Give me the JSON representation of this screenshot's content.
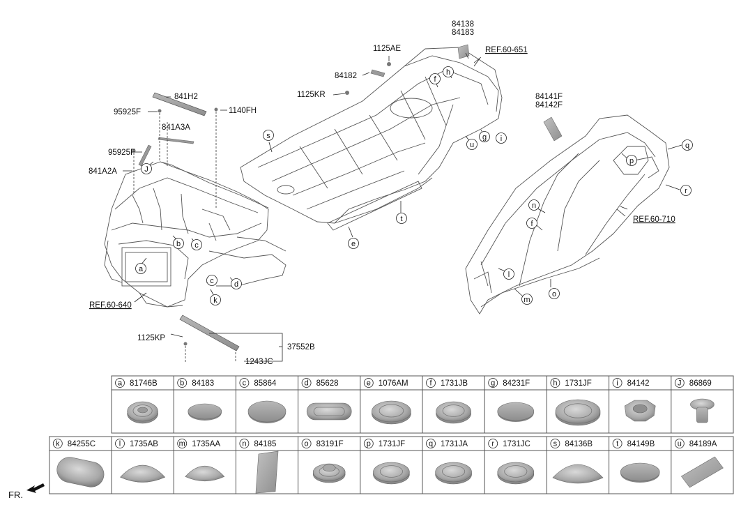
{
  "diagram": {
    "labels": {
      "p84138": "84138",
      "p84183": "84183",
      "ref651": "REF.60-651",
      "p1125AE": "1125AE",
      "p84182": "84182",
      "p1125KR": "1125KR",
      "p841H2": "841H2",
      "p1140FH": "1140FH",
      "p95925F_a": "95925F",
      "p841A3A": "841A3A",
      "p95925F_b": "95925F",
      "p841A2A": "841A2A",
      "p84141F": "84141F",
      "p84142F": "84142F",
      "ref710": "REF.60-710",
      "ref640": "REF.60-640",
      "p1125KP": "1125KP",
      "p37552B": "37552B",
      "p1243JC": "1243JC",
      "fr": "FR."
    },
    "callouts": {
      "a": "a",
      "b": "b",
      "c": "c",
      "c2": "c",
      "d": "d",
      "e": "e",
      "f": "f",
      "f2": "f",
      "g": "g",
      "h": "h",
      "i": "i",
      "J": "J",
      "k": "k",
      "l": "l",
      "m": "m",
      "n": "n",
      "o": "o",
      "p": "p",
      "q": "q",
      "r": "r",
      "s": "s",
      "t": "t",
      "u": "u"
    }
  },
  "parts_table": {
    "row1": [
      {
        "letter": "a",
        "part": "81746B"
      },
      {
        "letter": "b",
        "part": "84183"
      },
      {
        "letter": "c",
        "part": "85864"
      },
      {
        "letter": "d",
        "part": "85628"
      },
      {
        "letter": "e",
        "part": "1076AM"
      },
      {
        "letter": "f",
        "part": "1731JB"
      },
      {
        "letter": "g",
        "part": "84231F"
      },
      {
        "letter": "h",
        "part": "1731JF"
      },
      {
        "letter": "i",
        "part": "84142"
      },
      {
        "letter": "J",
        "part": "86869"
      }
    ],
    "row2": [
      {
        "letter": "k",
        "part": "84255C"
      },
      {
        "letter": "l",
        "part": "1735AB"
      },
      {
        "letter": "m",
        "part": "1735AA"
      },
      {
        "letter": "n",
        "part": "84185"
      },
      {
        "letter": "o",
        "part": "83191F"
      },
      {
        "letter": "p",
        "part": "1731JF"
      },
      {
        "letter": "q",
        "part": "1731JA"
      },
      {
        "letter": "r",
        "part": "1731JC"
      },
      {
        "letter": "s",
        "part": "84136B"
      },
      {
        "letter": "t",
        "part": "84149B"
      },
      {
        "letter": "u",
        "part": "84189A"
      }
    ]
  }
}
